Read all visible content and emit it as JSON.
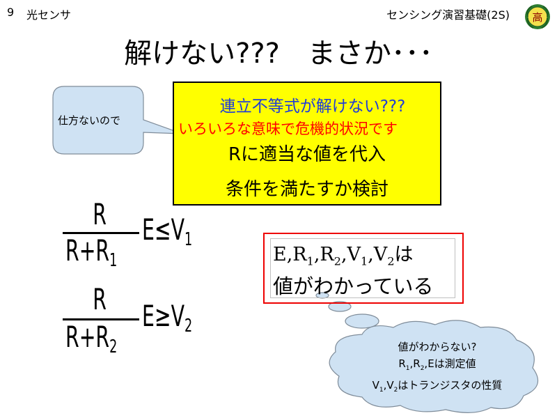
{
  "header": {
    "slide_number": "9",
    "topic": "光センサ",
    "course": "センシング演習基礎(2S)",
    "emblem_text": "高"
  },
  "title": "解けない???　まさか･･･",
  "callout": {
    "text": "仕方ないので"
  },
  "yellow_box": {
    "line1": "連立不等式が解けない???",
    "line2": "いろいろな意味で危機的状況です",
    "line3": "Rに適当な値を代入",
    "line4": "条件を満たすか検討"
  },
  "inequalities": [
    {
      "numerator": "R",
      "denominator": "R+R",
      "den_sub": "1",
      "rhs": "E≤V",
      "rhs_sub": "1"
    },
    {
      "numerator": "R",
      "denominator": "R+R",
      "den_sub": "2",
      "rhs": "E≥V",
      "rhs_sub": "2"
    }
  ],
  "known_box": {
    "line1": {
      "e": "E,",
      "r1": "R",
      "r1_sub": "1",
      "r2": ",R",
      "r2_sub": "2",
      "v1": ",V",
      "v1_sub": "1",
      "v2": ",V",
      "v2_sub": "2",
      "wa": "は"
    },
    "line2": "値がわかっている"
  },
  "thought_cloud": {
    "line1": "値がわからない?",
    "line2": {
      "r1": "R",
      "r1_sub": "1",
      "r2": ",R",
      "r2_sub": "2",
      "rest": ",Eは測定値"
    },
    "line3": {
      "v1": "V",
      "v1_sub": "1",
      "v2": ",V",
      "v2_sub": "2",
      "rest": "はトランジスタの性質"
    }
  },
  "colors": {
    "yellow_box_bg": "#ffff00",
    "blue_text": "#1f3cd8",
    "red_text": "#ff0000",
    "red_border": "#ee0000",
    "cloud_fill": "#cfe2f3",
    "callout_fill": "#cfe2f3"
  }
}
